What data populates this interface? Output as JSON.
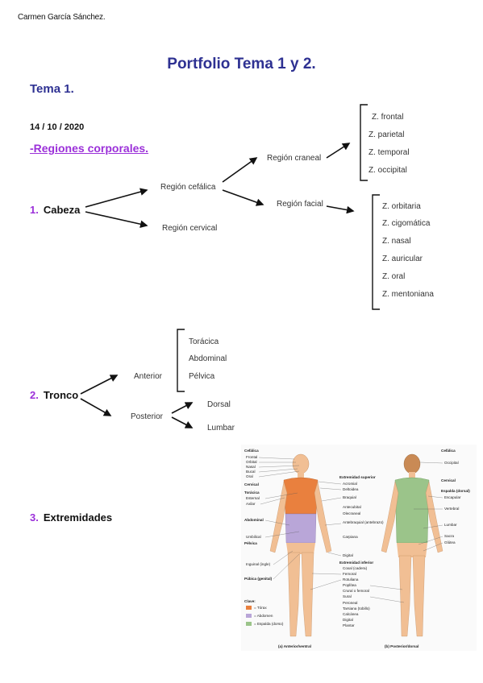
{
  "author": "Carmen García Sánchez.",
  "title": "Portfolio Tema 1 y 2.",
  "subtitle": "Tema 1.",
  "date": "14 / 10 / 2020",
  "topic": "-Regiones corporales.",
  "sections": [
    {
      "number": "1.",
      "label": "Cabeza"
    },
    {
      "number": "2.",
      "label": "Tronco"
    },
    {
      "number": "3.",
      "label": "Extremidades"
    }
  ],
  "cabeza": {
    "cefalica": "Región cefálica",
    "cervical": "Región cervical",
    "craneal": "Región craneal",
    "facial": "Región facial",
    "craneal_zones": [
      "Z. frontal",
      "Z. parietal",
      "Z. temporal",
      "Z. occipital"
    ],
    "facial_zones": [
      "Z. orbitaria",
      "Z. cigomática",
      "Z. nasal",
      "Z. auricular",
      "Z. oral",
      "Z. mentoniana"
    ]
  },
  "tronco": {
    "anterior": "Anterior",
    "posterior": "Posterior",
    "anterior_items": [
      "Torácica",
      "Abdominal",
      "Pélvica"
    ],
    "posterior_items": [
      "Dorsal",
      "Lumbar"
    ]
  },
  "figure": {
    "left_labels": [
      "Cefálica",
      "Frontal",
      "Orbital",
      "Nasal",
      "Bucal",
      "Oral",
      "Cervical",
      "Torácica",
      "Esternal",
      "Axilar",
      "Abdominal",
      "Umbilical",
      "Pélvica",
      "Inguinal (ingle)",
      "Púbica (genital)"
    ],
    "center_labels": [
      "Extremidad superior",
      "Acromial",
      "Deltoidea",
      "Braquial",
      "Antecubital",
      "Olecraneal",
      "Antebraquial (antebrazo)",
      "Carpiana",
      "Digital",
      "Extremidad inferior",
      "Coxal (cadera)",
      "Femoral",
      "Rotuliana",
      "Poplítea",
      "Crural o femoral",
      "Sural",
      "Peroneal",
      "Tarsiana (tobillo)",
      "Calcánea",
      "Digital",
      "Plantar"
    ],
    "right_labels": [
      "Cefálica",
      "Occipital",
      "Cervical",
      "Espalda (dorsal)",
      "Escapular",
      "Vertebral",
      "Lumbar",
      "Sacra",
      "Glútea"
    ],
    "legend_title": "Clave:",
    "legend": [
      "= Tórax",
      "= Abdomen",
      "= Espalda (dorso)"
    ],
    "caption_a": "(a) Anterior/ventral",
    "caption_b": "(b) Posterior/dorsal",
    "colors": {
      "thorax": "#e9803e",
      "abdomen": "#b9a6d8",
      "back": "#9bc48a",
      "skin": "#f1bf94"
    }
  }
}
